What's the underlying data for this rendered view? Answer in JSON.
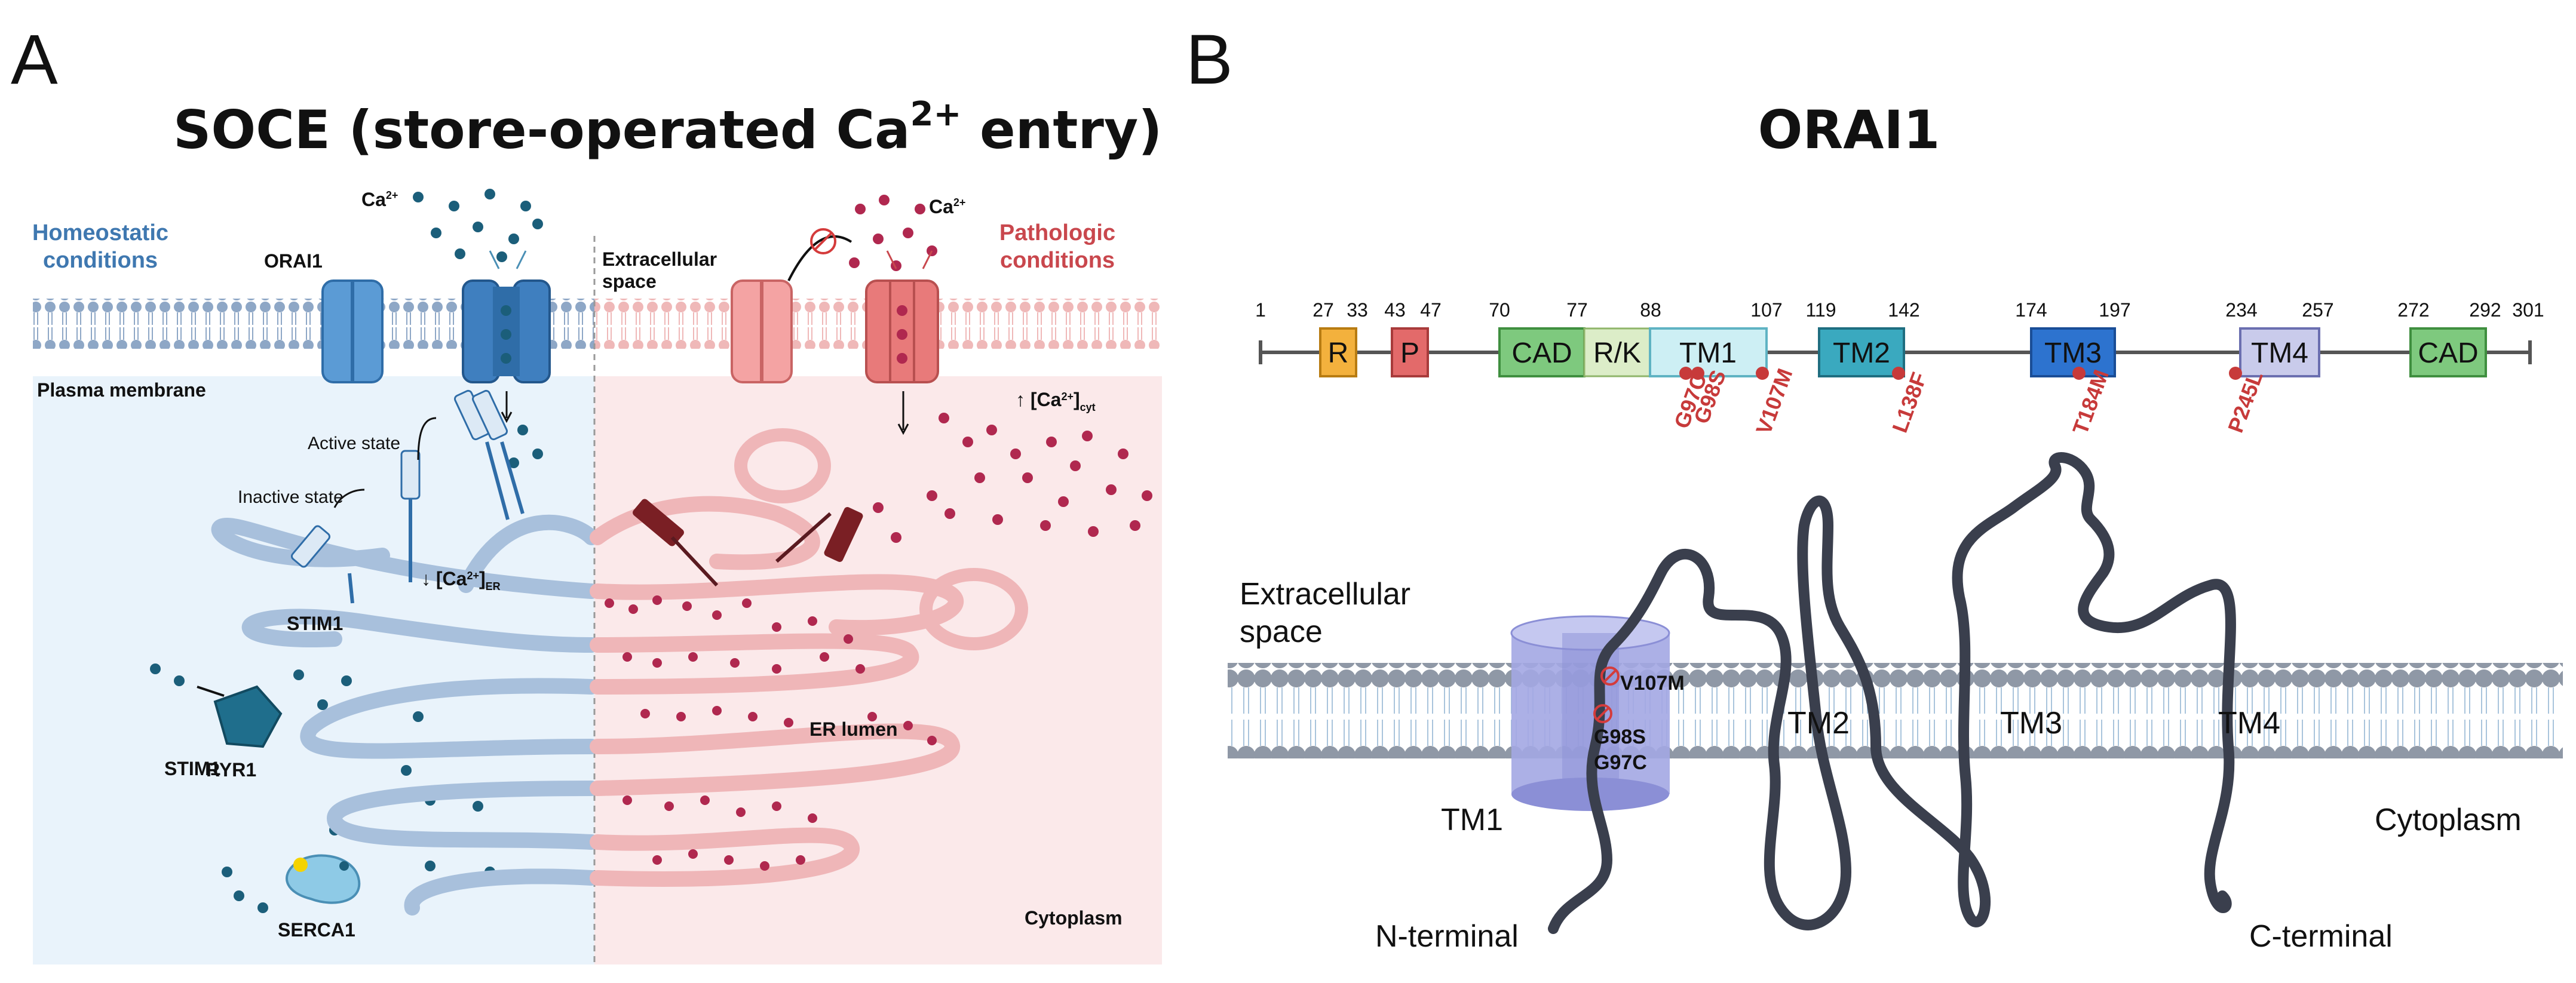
{
  "panel_a": {
    "letter": "A",
    "title_main": "SOCE (store-operated Ca",
    "title_sup": "2+",
    "title_end": " entry)",
    "homeostatic_line1": "Homeostatic",
    "homeostatic_line2": "conditions",
    "pathologic_line1": "Pathologic",
    "pathologic_line2": "conditions",
    "orai1": "ORAI1",
    "ca_left": "Ca",
    "ca_right": "Ca",
    "ca_sup": "2+",
    "extracellular_line1": "Extracellular",
    "extracellular_line2": "space",
    "plasma_membrane": "Plasma membrane",
    "active_state": "Active state",
    "inactive_state": "Inactive state",
    "ca_er": "↓ [Ca",
    "ca_er_sub": "ER",
    "ca_cyt": "↑ [Ca",
    "ca_cyt_sub": "cyt",
    "stim1": "STIM1",
    "ryr1": "RYR1",
    "serca1": "SERCA1",
    "er_lumen": "ER lumen",
    "cytoplasm": "Cytoplasm",
    "colors": {
      "homeostatic": "#3f78b0",
      "pathologic": "#c9474d",
      "ca_blue": "#1b5e7a",
      "ca_red": "#b0284f"
    }
  },
  "panel_b": {
    "letter": "B",
    "title": "ORAI1",
    "positions": [
      "1",
      "27",
      "33",
      "43",
      "47",
      "70",
      "77",
      "88",
      "107",
      "119",
      "142",
      "174",
      "197",
      "234",
      "257",
      "272",
      "292",
      "301"
    ],
    "domains": {
      "r": "R",
      "p": "P",
      "cad1": "CAD",
      "rk": "R/K",
      "tm1": "TM1",
      "tm2": "TM2",
      "tm3": "TM3",
      "tm4": "TM4",
      "cad2": "CAD"
    },
    "mutations": [
      "G97C",
      "G98S",
      "V107M",
      "L138F",
      "T184M",
      "P245L"
    ],
    "topology": {
      "extracellular_line1": "Extracellular",
      "extracellular_line2": "space",
      "tm1": "TM1",
      "tm2": "TM2",
      "tm3": "TM3",
      "tm4": "TM4",
      "v107m": "V107M",
      "g98s": "G98S",
      "g97c": "G97C",
      "cytoplasm": "Cytoplasm",
      "n_terminal": "N-terminal",
      "c_terminal": "C-terminal"
    },
    "colors": {
      "mutation": "#c73a3a",
      "membrane": "#8f98a6",
      "chain": "#3a3f4d"
    }
  }
}
